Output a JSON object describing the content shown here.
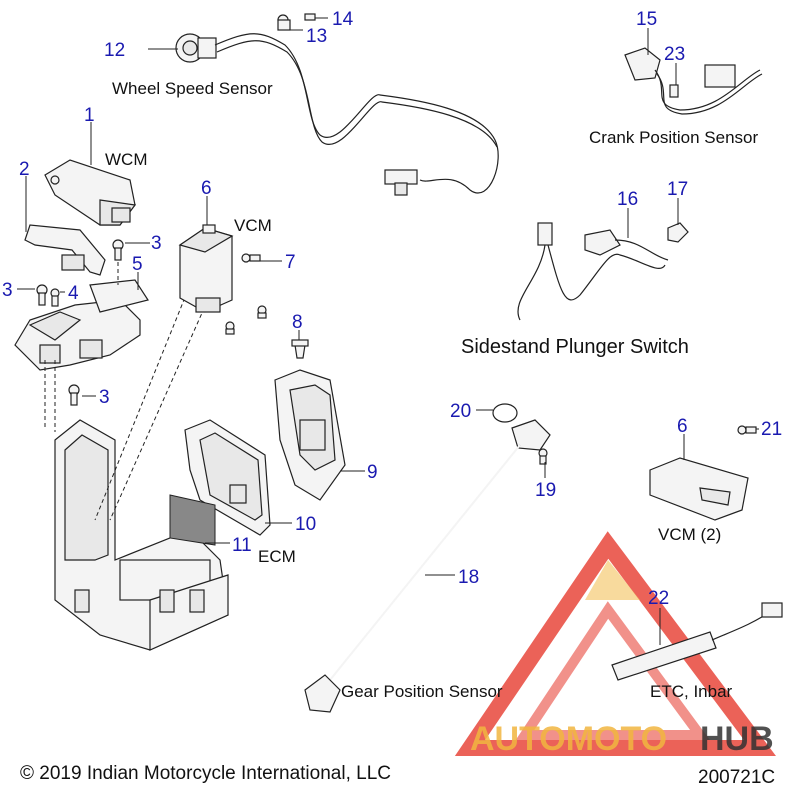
{
  "callouts": [
    {
      "id": "c1",
      "text": "1"
    },
    {
      "id": "c2",
      "text": "2"
    },
    {
      "id": "c3a",
      "text": "3"
    },
    {
      "id": "c3b",
      "text": "3"
    },
    {
      "id": "c3c",
      "text": "3"
    },
    {
      "id": "c4",
      "text": "4"
    },
    {
      "id": "c5",
      "text": "5"
    },
    {
      "id": "c6a",
      "text": "6"
    },
    {
      "id": "c6b",
      "text": "6"
    },
    {
      "id": "c7",
      "text": "7"
    },
    {
      "id": "c8",
      "text": "8"
    },
    {
      "id": "c9",
      "text": "9"
    },
    {
      "id": "c10",
      "text": "10"
    },
    {
      "id": "c11",
      "text": "11"
    },
    {
      "id": "c12",
      "text": "12"
    },
    {
      "id": "c13",
      "text": "13"
    },
    {
      "id": "c14",
      "text": "14"
    },
    {
      "id": "c15",
      "text": "15"
    },
    {
      "id": "c16",
      "text": "16"
    },
    {
      "id": "c17",
      "text": "17"
    },
    {
      "id": "c18",
      "text": "18"
    },
    {
      "id": "c19",
      "text": "19"
    },
    {
      "id": "c20",
      "text": "20"
    },
    {
      "id": "c21",
      "text": "21"
    },
    {
      "id": "c22",
      "text": "22"
    },
    {
      "id": "c23",
      "text": "23"
    }
  ],
  "labels": {
    "wheel_speed_sensor": "Wheel Speed Sensor",
    "crank_position_sensor": "Crank Position Sensor",
    "wcm": "WCM",
    "vcm": "VCM",
    "sidestand_plunger_switch": "Sidestand Plunger Switch",
    "vcm_2": "VCM (2)",
    "ecm": "ECM",
    "gear_position_sensor": "Gear Position Sensor",
    "etc_inbar": "ETC, Inbar"
  },
  "footer": {
    "copyright": "© 2019 Indian Motorcycle International, LLC",
    "diagram_code": "200721C"
  },
  "watermark": {
    "text_a": "AUTOMOTO",
    "text_b": "HUB",
    "color_primary": "#e8473c",
    "color_secondary": "#f2b640",
    "color_dark": "#333333"
  },
  "colors": {
    "callout": "#1a1ab0",
    "line": "#222222"
  }
}
